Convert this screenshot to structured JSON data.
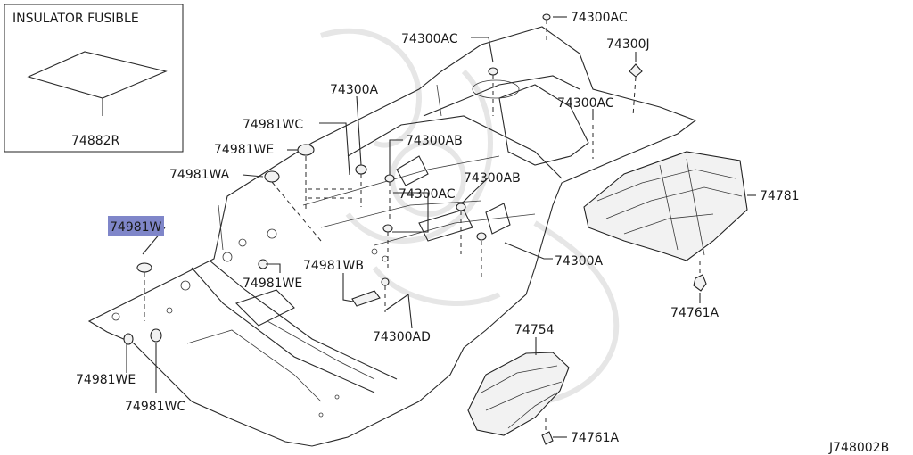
{
  "inset": {
    "title": "INSULATOR FUSIBLE",
    "part": "74882R"
  },
  "highlight": {
    "part_prefix": "74981",
    "part_suffix": "W",
    "color": "#7f86c9"
  },
  "callouts": {
    "c74300ac_top_right": "74300AC",
    "c74300ac_top": "74300AC",
    "c74300j": "74300J",
    "c74300a_top": "74300A",
    "c74300ac_mid_right": "74300AC",
    "c74981wc_top": "74981WC",
    "c74300ab_upper": "74300AB",
    "c74981we_top": "74981WE",
    "c74300ab_lower": "74300AB",
    "c74981wa": "74981WA",
    "c74300ac_center": "74300AC",
    "c74781": "74781",
    "c74981wb": "74981WB",
    "c74300a_right": "74300A",
    "c74981we_mid": "74981WE",
    "c74761a_upper": "74761A",
    "c74754": "74754",
    "c74300ad": "74300AD",
    "c74981we_bottom": "74981WE",
    "c74981wc_bottom": "74981WC",
    "c74761a_lower": "74761A"
  },
  "figure_code": "J748002B"
}
